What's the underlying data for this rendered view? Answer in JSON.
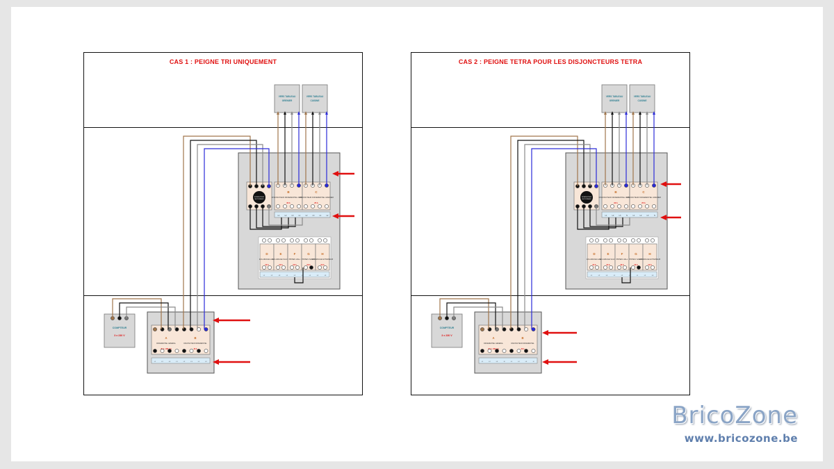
{
  "colors": {
    "title_red": "#e01010",
    "arrow_red": "#e01010",
    "wire_brown": "#a0754b",
    "wire_black": "#111111",
    "wire_grey": "#8a8a8a",
    "wire_blue": "#2a2ad8",
    "breaker_body": "#f8e6d8",
    "rail_blue": "#d9ecf8",
    "box_grey": "#d8d8d8",
    "label_teal": "#2e7f91",
    "brand_blue": "#8aa4c6"
  },
  "panels": [
    {
      "title": "CAS 1 : PEIGNE TRI UNIQUEMENT",
      "destinations": [
        "VERS TABLEAU GRENIER",
        "VERS TABLEAU CUISINE"
      ],
      "upper_modules": [
        {
          "letter": "",
          "desc": "INTERRUPTEUR SECTIONNEUR"
        },
        {
          "letter": "B",
          "desc": "DISJONCTEUR DIFFERENTIEL CUISINE",
          "rating": "32 A"
        },
        {
          "letter": "C",
          "desc": "DISJONCTEUR DIFFERENTIEL GRENIER",
          "rating": "25 A"
        }
      ],
      "sub_modules": [
        {
          "letter": "D",
          "desc": "ECLAIRAGE HALL",
          "rating": "10 A"
        },
        {
          "letter": "E",
          "desc": "ECLAIRAGE SALON",
          "rating": "10 A"
        },
        {
          "letter": "F",
          "desc": "PRISES HALL",
          "rating": "16 A"
        },
        {
          "letter": "G",
          "desc": "PRISES SALON",
          "rating": "16 A"
        },
        {
          "letter": "H",
          "desc": "ECLAIRAGE EXTERIEUR",
          "rating": "10 A"
        }
      ],
      "meter": {
        "label": "COMPTEUR",
        "value": "3 x 230 V"
      },
      "lower_modules": [
        {
          "letter": "A",
          "desc": "DIFFERENTIEL GENERAL",
          "rating": "40 A • 300 mA"
        },
        {
          "letter": "B",
          "desc": "DISJONCTEUR DIFFERENTIEL",
          "rating": "40 A"
        }
      ],
      "terminal_labels": [
        "L1",
        "L2",
        "L3",
        "L1",
        "L2",
        "L3",
        "L1",
        "L2",
        "L3"
      ]
    },
    {
      "title": "CAS 2 : PEIGNE TETRA POUR LES DISJONCTEURS TETRA",
      "destinations": [
        "VERS TABLEAU GRENIER",
        "VERS TABLEAU CUISINE"
      ],
      "upper_modules": [
        {
          "letter": "",
          "desc": "INTERRUPTEUR SECTIONNEUR"
        },
        {
          "letter": "B",
          "desc": "DISJONCTEUR DIFFERENTIEL CUISINE",
          "rating": "32 A"
        },
        {
          "letter": "C",
          "desc": "DISJONCTEUR DIFFERENTIEL GRENIER",
          "rating": "25 A"
        }
      ],
      "sub_modules": [
        {
          "letter": "D",
          "desc": "ECLAIRAGE HALL",
          "rating": "10 A"
        },
        {
          "letter": "E",
          "desc": "ECLAIRAGE SALON",
          "rating": "10 A"
        },
        {
          "letter": "F",
          "desc": "PRISES HALL",
          "rating": "16 A"
        },
        {
          "letter": "G",
          "desc": "PRISES SALON",
          "rating": "16 A"
        },
        {
          "letter": "H",
          "desc": "ECLAIRAGE EXTERIEUR",
          "rating": "10 A"
        }
      ],
      "meter": {
        "label": "COMPTEUR",
        "value": "3 x 230 V"
      },
      "lower_modules": [
        {
          "letter": "A",
          "desc": "DIFFERENTIEL GENERAL",
          "rating": "40 A • 300 mA"
        },
        {
          "letter": "B",
          "desc": "DISJONCTEUR DIFFERENTIEL",
          "rating": "40 A"
        }
      ],
      "terminal_labels": [
        "L1",
        "L2",
        "L3",
        "N",
        "L1",
        "L2",
        "L3",
        "N"
      ]
    }
  ],
  "brand": {
    "name": "BricoZone",
    "url": "www.bricozone.be"
  }
}
